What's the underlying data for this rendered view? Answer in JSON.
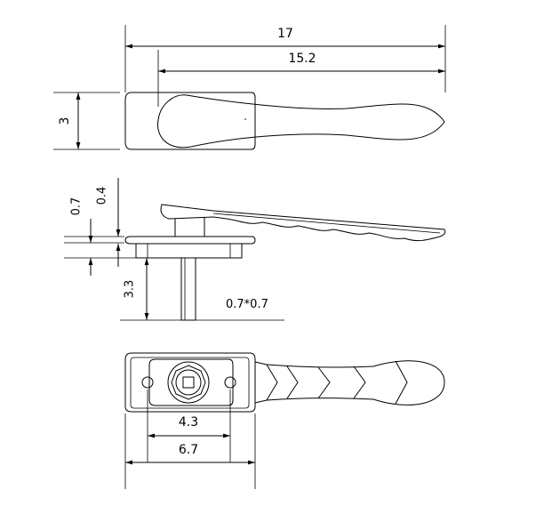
{
  "top_view": {
    "overall_length": "17",
    "handle_length": "15.2",
    "width": "3"
  },
  "side_view": {
    "dim_plate": "0.7",
    "dim_gap": "0.4",
    "spindle_length": "3.3",
    "spindle_section": "0.7*0.7"
  },
  "bottom_view": {
    "hole_spacing": "4.3",
    "base_length": "6.7"
  }
}
